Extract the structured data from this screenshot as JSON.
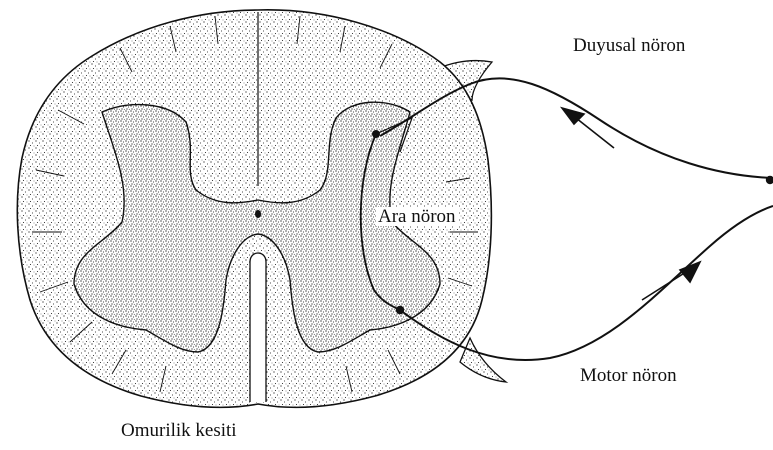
{
  "diagram": {
    "labels": {
      "sensory_neuron": "Duyusal nöron",
      "interneuron": "Ara nöron",
      "motor_neuron": "Motor nöron",
      "caption": "Omurilik kesiti"
    },
    "colors": {
      "ink": "#111111",
      "background": "#ffffff"
    },
    "arrows": [
      {
        "along": "sensory_neuron",
        "direction": "toward spinal cord"
      },
      {
        "along": "motor_neuron",
        "direction": "away from spinal cord"
      }
    ]
  }
}
